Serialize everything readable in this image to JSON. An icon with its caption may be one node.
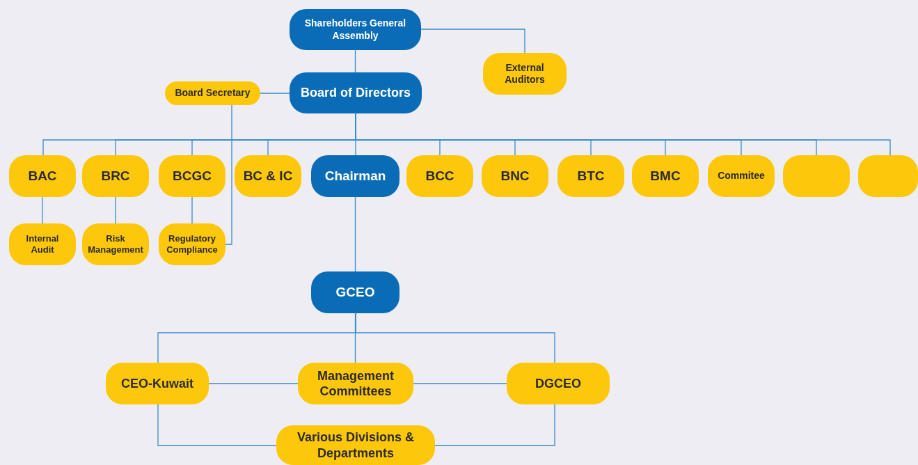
{
  "diagram": {
    "nodes": [
      {
        "text": [
          "Shareholders General Assembly"
        ]
      },
      {
        "text": [
          "External Auditors"
        ]
      },
      {
        "text": [
          "Board Secretary"
        ]
      },
      {
        "text": [
          "Board of Directors"
        ]
      },
      {
        "text": [
          "BAC"
        ]
      },
      {
        "text": [
          "BRC"
        ]
      },
      {
        "text": [
          "BCGC"
        ]
      },
      {
        "text": [
          "BC & IC"
        ]
      },
      {
        "text": [
          "Chairman"
        ]
      },
      {
        "text": [
          "BCC"
        ]
      },
      {
        "text": [
          "BNC"
        ]
      },
      {
        "text": [
          "BTC"
        ]
      },
      {
        "text": [
          "BMC"
        ]
      },
      {
        "text": [
          "Commitee"
        ]
      },
      {
        "text": [],
        "shape": "box"
      },
      {
        "text": [],
        "shape": "box"
      },
      {
        "text": [
          "Internal Audit"
        ]
      },
      {
        "text": [
          "Risk Management"
        ]
      },
      {
        "text": [
          "Regulatory Compliance"
        ]
      },
      {
        "text": [
          "GCEO"
        ]
      },
      {
        "text": [
          "CEO-Kuwait"
        ]
      },
      {
        "text": [
          "Management Committees"
        ]
      },
      {
        "text": [
          "DGCEO"
        ]
      },
      {
        "text": [
          "Various Divisions & Departments"
        ]
      }
    ],
    "edges": [
      {
        "from": 0,
        "to": 3,
        "arrow": "none"
      },
      {
        "from": 0,
        "to": 1,
        "arrow": "none"
      },
      {
        "from": 2,
        "to": 3,
        "arrow": "none"
      },
      {
        "from": 3,
        "to": 4,
        "arrow": "none"
      },
      {
        "from": 3,
        "to": 5,
        "arrow": "none"
      },
      {
        "from": 3,
        "to": 6,
        "arrow": "none"
      },
      {
        "from": 3,
        "to": 7,
        "arrow": "none"
      },
      {
        "from": 3,
        "to": 8,
        "arrow": "none"
      },
      {
        "from": 3,
        "to": 9,
        "arrow": "none"
      },
      {
        "from": 3,
        "to": 10,
        "arrow": "none"
      },
      {
        "from": 3,
        "to": 11,
        "arrow": "none"
      },
      {
        "from": 3,
        "to": 12,
        "arrow": "none"
      },
      {
        "from": 3,
        "to": 13,
        "arrow": "none"
      },
      {
        "from": 3,
        "to": 14,
        "arrow": "none"
      },
      {
        "from": 3,
        "to": 15,
        "arrow": "none"
      },
      {
        "from": 4,
        "to": 16,
        "arrow": "none"
      },
      {
        "from": 5,
        "to": 17,
        "arrow": "none"
      },
      {
        "from": 6,
        "to": 18,
        "arrow": "none"
      },
      {
        "from": 2,
        "to": 18,
        "arrow": "none"
      },
      {
        "from": 8,
        "to": 19,
        "arrow": "none"
      },
      {
        "from": 19,
        "to": 21,
        "arrow": "none"
      },
      {
        "from": 19,
        "to": 20,
        "arrow": "none"
      },
      {
        "from": 19,
        "to": 22,
        "arrow": "none"
      },
      {
        "from": 20,
        "to": 21,
        "arrow": "none"
      },
      {
        "from": 21,
        "to": 22,
        "arrow": "none"
      },
      {
        "from": 20,
        "to": 23,
        "arrow": "none"
      },
      {
        "from": 22,
        "to": 23,
        "arrow": "none"
      }
    ]
  }
}
